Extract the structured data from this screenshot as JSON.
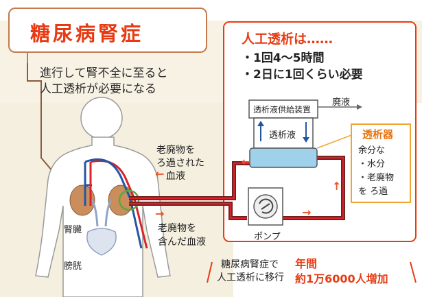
{
  "title": "糖尿病腎症",
  "lead": {
    "line1": "進行して腎不全に至ると",
    "line2": "人工透析が必要になる"
  },
  "dialysis_box": {
    "heading": "人工透析は……",
    "bullet1": "・1回4〜5時間",
    "bullet2": "・2日に1回くらい必要"
  },
  "machine": {
    "supply_label": "透析液供給装置",
    "waste_label": "廃液",
    "dialysate_label": "透析液",
    "pump_label": "ポンプ"
  },
  "dialyzer_callout": {
    "title": "透析器",
    "line1": "余分な",
    "line2": "・水分",
    "line3": "・老廃物",
    "line4": "を ろ過"
  },
  "flows": {
    "filtered_line1": "老廃物を",
    "filtered_line2": "ろ過された",
    "filtered_line3": "血液",
    "waste_line1": "老廃物を",
    "waste_line2": "含んだ血液"
  },
  "organs": {
    "kidney": "腎臓",
    "bladder": "膀胱"
  },
  "stat": {
    "left_line1": "糖尿病腎症で",
    "left_line2": "人工透析に移行",
    "right_line1": "年間",
    "right_line2": "約1万6000人増加"
  },
  "colors": {
    "accent_red": "#e73c13",
    "accent_orange": "#e8730f",
    "tube_red": "#d8232a",
    "tube_blue": "#2455a5",
    "kidney": "#c98e5c",
    "backdrop": "#f7f2e4"
  },
  "icons": [
    "arrow-up-icon",
    "arrow-down-icon",
    "arrow-right-icon",
    "arrow-left-icon",
    "pump-rotor-icon"
  ]
}
